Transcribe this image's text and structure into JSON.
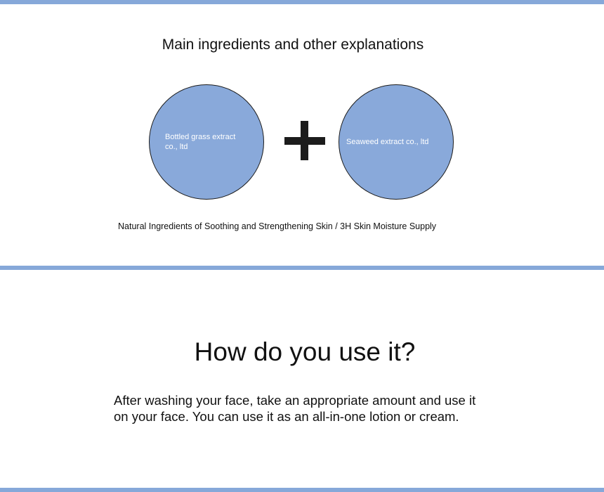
{
  "ingredients": {
    "title": "Main ingredients and other explanations",
    "left_circle_label": "Bottled grass extract co., ltd",
    "right_circle_label": "Seaweed extract co., ltd",
    "operator_icon": "plus-icon",
    "caption": "Natural Ingredients of Soothing and Strengthening Skin / 3H Skin Moisture Supply"
  },
  "usage": {
    "title": "How do you use it?",
    "description": "After washing your face, take an appropriate amount and use it on your face. You can use it as an all-in-one lotion or cream."
  },
  "colors": {
    "accent_bar": "#86a8d9",
    "circle_fill": "#89a9da",
    "text": "#111111",
    "background": "#ffffff"
  }
}
